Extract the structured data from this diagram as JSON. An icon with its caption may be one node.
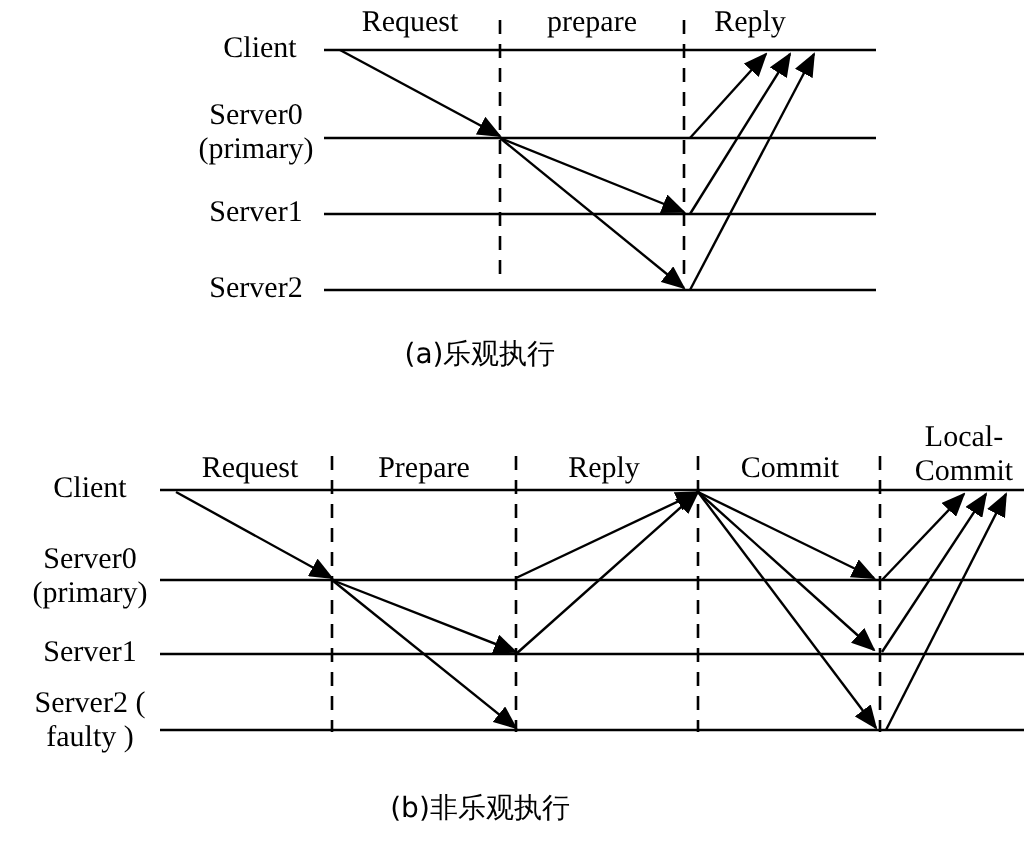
{
  "diagram": {
    "labels": [
      "Request",
      "prepare",
      "Reply",
      "Client",
      "Server0 (primary)",
      "Server1",
      "Server2",
      "(a)乐观执行",
      "Local-Commit",
      "Request",
      "Prepare",
      "Reply",
      "Commit",
      "Client",
      "Server0 (primary)",
      "Server1",
      "Server2 ( faulty )",
      "(b)非乐观执行"
    ]
  }
}
